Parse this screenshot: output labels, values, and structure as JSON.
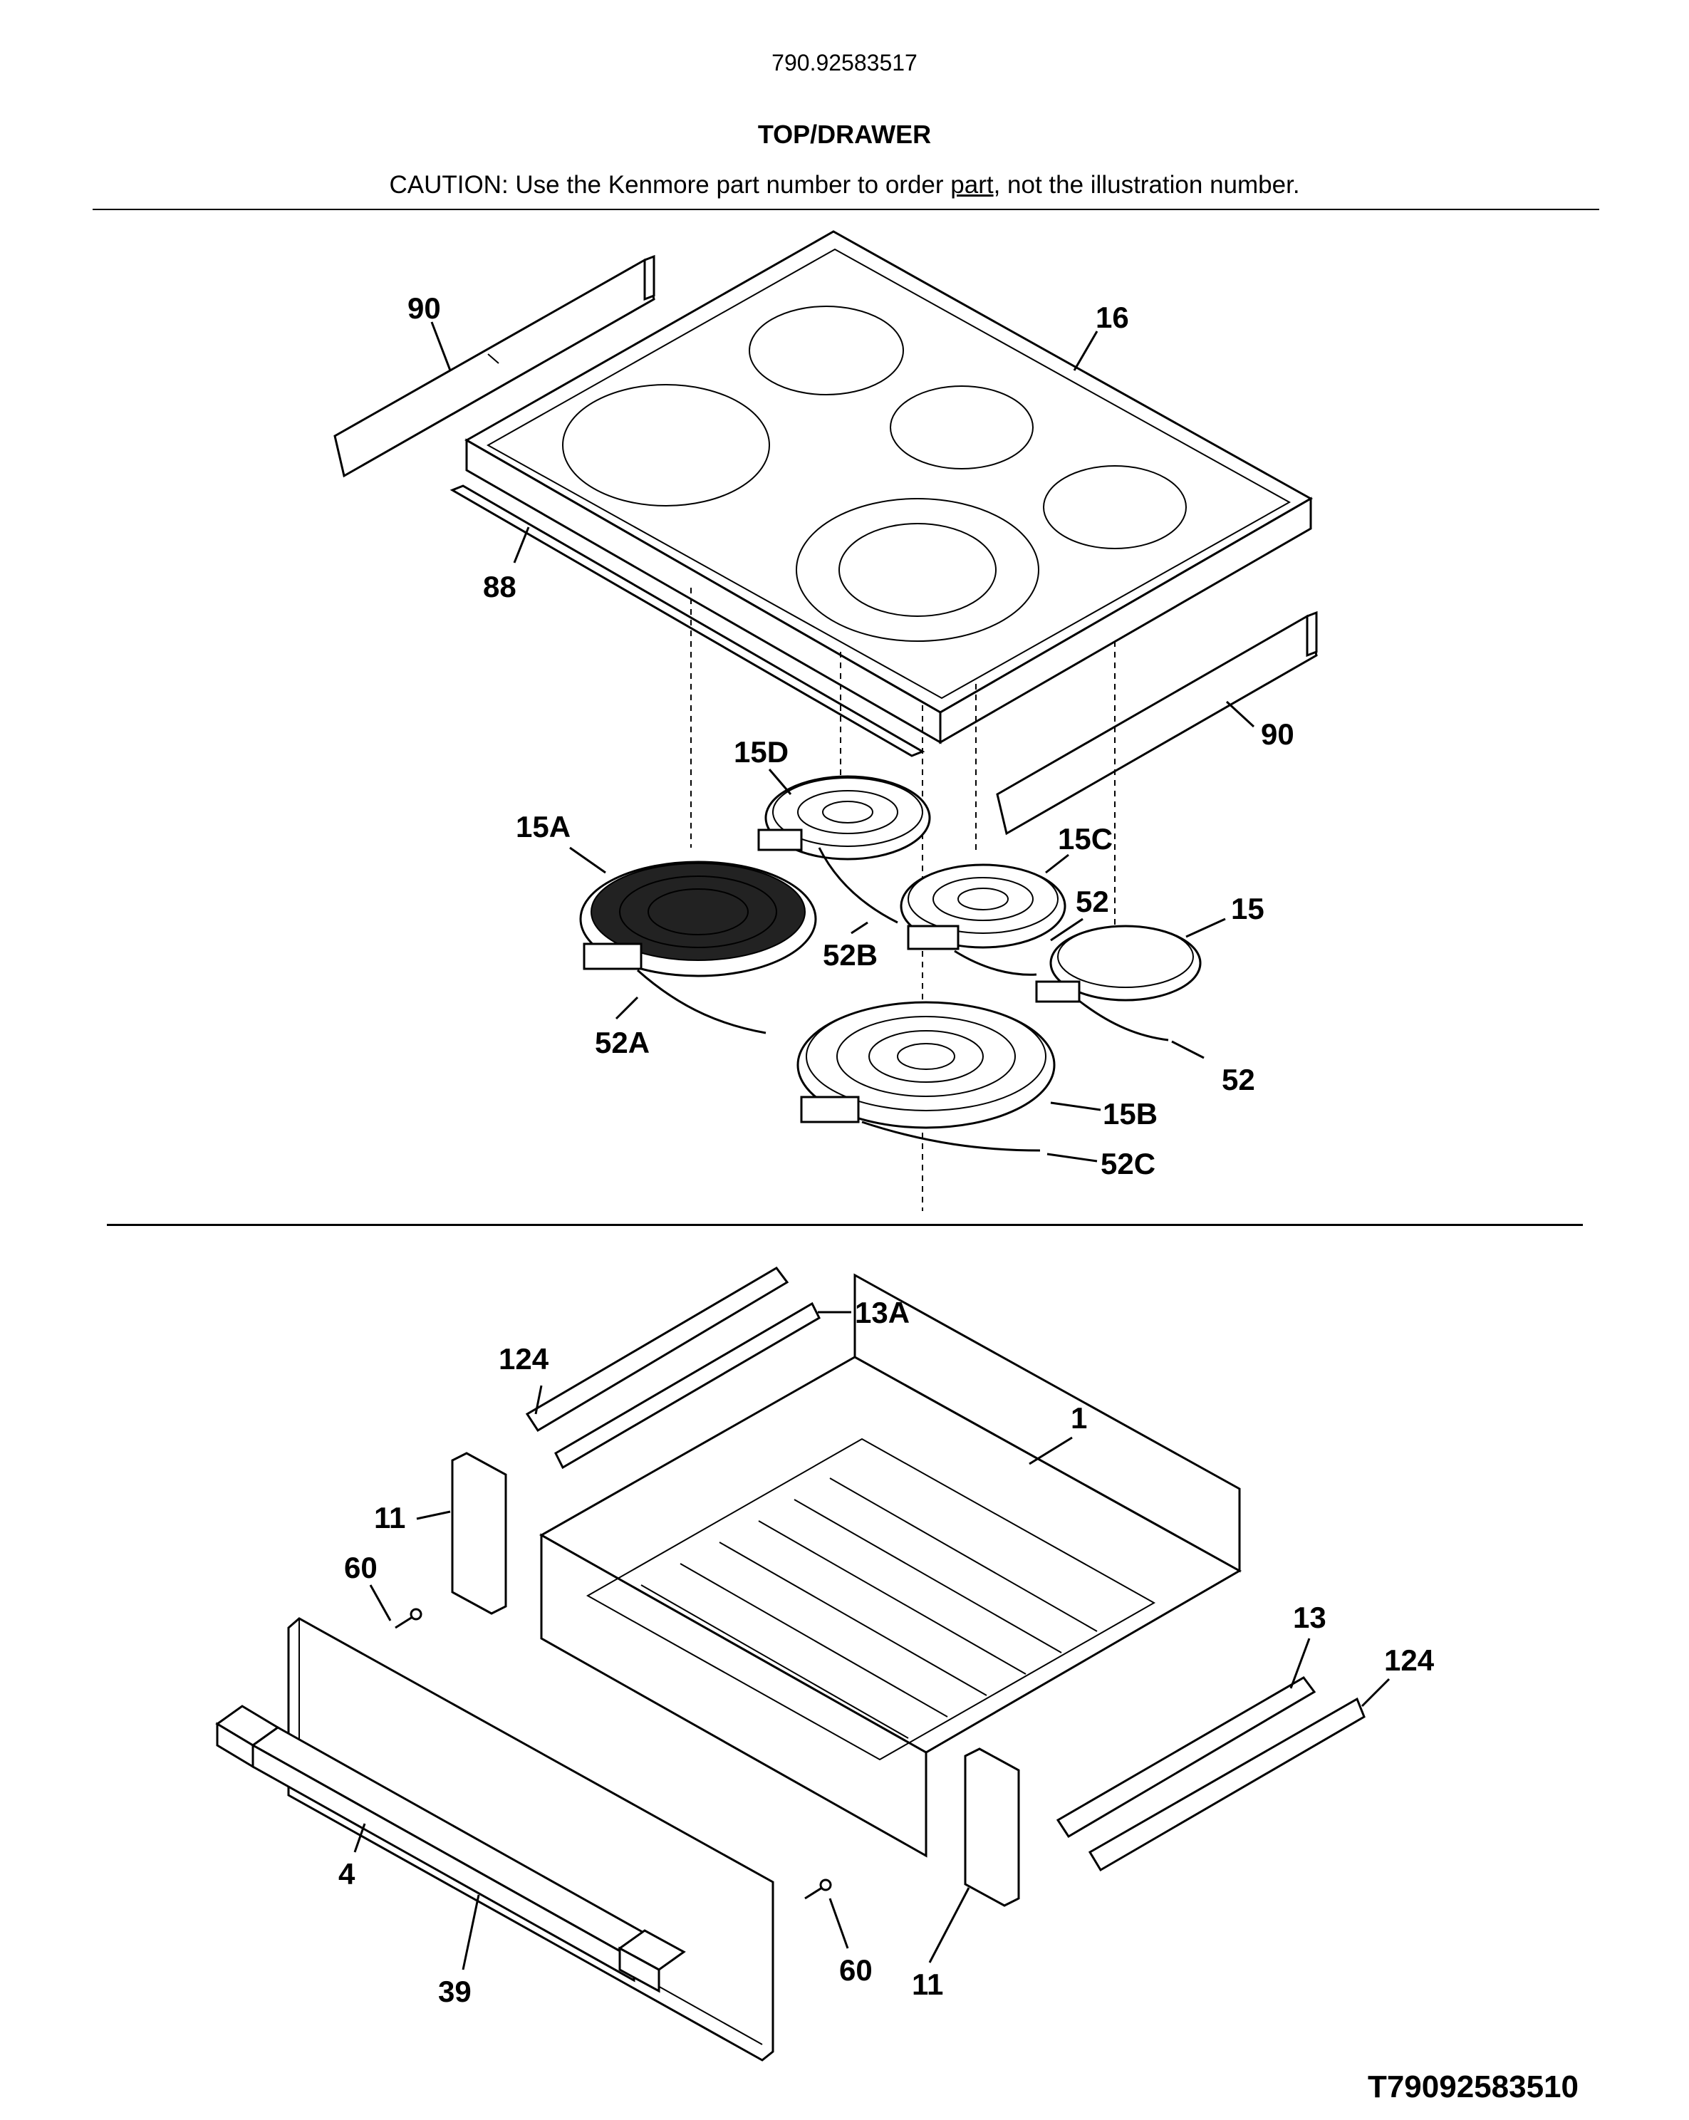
{
  "header": {
    "model_number": "790.92583517",
    "section_title": "TOP/DRAWER",
    "caution_before": "CAUTION: Use the Kenmore part number to order ",
    "caution_underlined": "part",
    "caution_after": ", not the illustration number."
  },
  "callouts": {
    "c90a": "90",
    "c16": "16",
    "c88": "88",
    "c90b": "90",
    "c15d": "15D",
    "c15a": "15A",
    "c15c": "15C",
    "c52a1": "52",
    "c15": "15",
    "c52b": "52B",
    "c52a": "52A",
    "c52b2": "52",
    "c15b": "15B",
    "c52c": "52C",
    "c13a": "13A",
    "c124a": "124",
    "c1": "1",
    "c11a": "11",
    "c60a": "60",
    "c13": "13",
    "c124b": "124",
    "c4": "4",
    "c39": "39",
    "c60b": "60",
    "c11b": "11"
  },
  "footer": {
    "drawing_reference": "T79092583510"
  }
}
